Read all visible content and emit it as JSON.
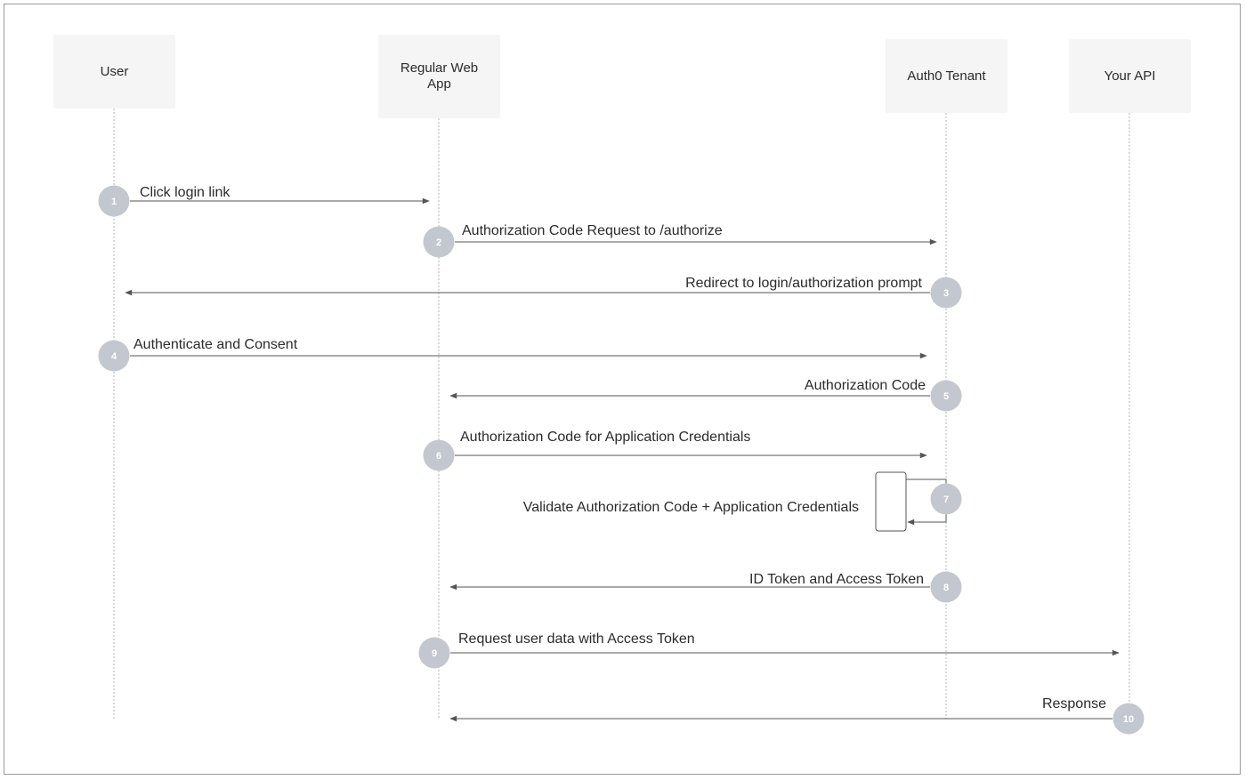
{
  "actors": [
    {
      "id": "user",
      "label": "User"
    },
    {
      "id": "webapp",
      "label": "Regular Web\nApp"
    },
    {
      "id": "auth0",
      "label": "Auth0 Tenant"
    },
    {
      "id": "api",
      "label": "Your API"
    }
  ],
  "steps": [
    {
      "num": "1",
      "from": "user",
      "to": "webapp",
      "label": "Click login link"
    },
    {
      "num": "2",
      "from": "webapp",
      "to": "auth0",
      "label": "Authorization Code Request to /authorize"
    },
    {
      "num": "3",
      "from": "auth0",
      "to": "user",
      "label": "Redirect to login/authorization prompt"
    },
    {
      "num": "4",
      "from": "user",
      "to": "auth0",
      "label": "Authenticate and Consent"
    },
    {
      "num": "5",
      "from": "auth0",
      "to": "webapp",
      "label": "Authorization Code"
    },
    {
      "num": "6",
      "from": "webapp",
      "to": "auth0",
      "label": "Authorization Code for Application Credentials"
    },
    {
      "num": "7",
      "from": "auth0",
      "to": "auth0",
      "label": "Validate Authorization Code + Application Credentials"
    },
    {
      "num": "8",
      "from": "auth0",
      "to": "webapp",
      "label": "ID Token and Access Token"
    },
    {
      "num": "9",
      "from": "webapp",
      "to": "api",
      "label": "Request user data with Access Token"
    },
    {
      "num": "10",
      "from": "api",
      "to": "webapp",
      "label": "Response"
    }
  ],
  "colors": {
    "line": "#555555",
    "lifeline": "#b5b5b5",
    "badge": "#c3c8d0",
    "actor_bg": "#f5f5f5"
  }
}
